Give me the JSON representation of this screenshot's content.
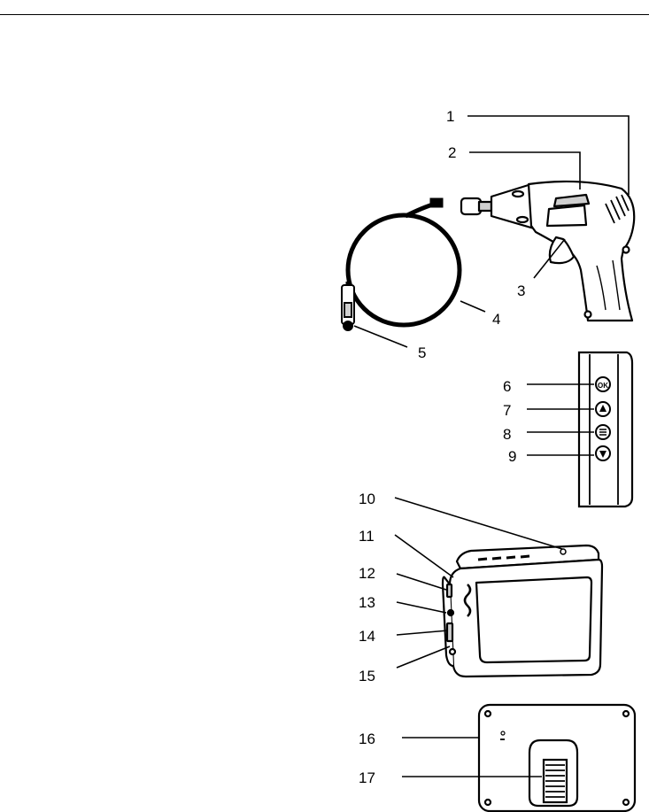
{
  "callouts": [
    "1",
    "2",
    "3",
    "4",
    "5",
    "6",
    "7",
    "8",
    "9",
    "10",
    "11",
    "12",
    "13",
    "14",
    "15",
    "16",
    "17"
  ],
  "colors": {
    "ink": "#000000",
    "gray": "#cfcfcf",
    "paper": "#ffffff"
  },
  "keypad": {
    "ok_label": "OK"
  }
}
